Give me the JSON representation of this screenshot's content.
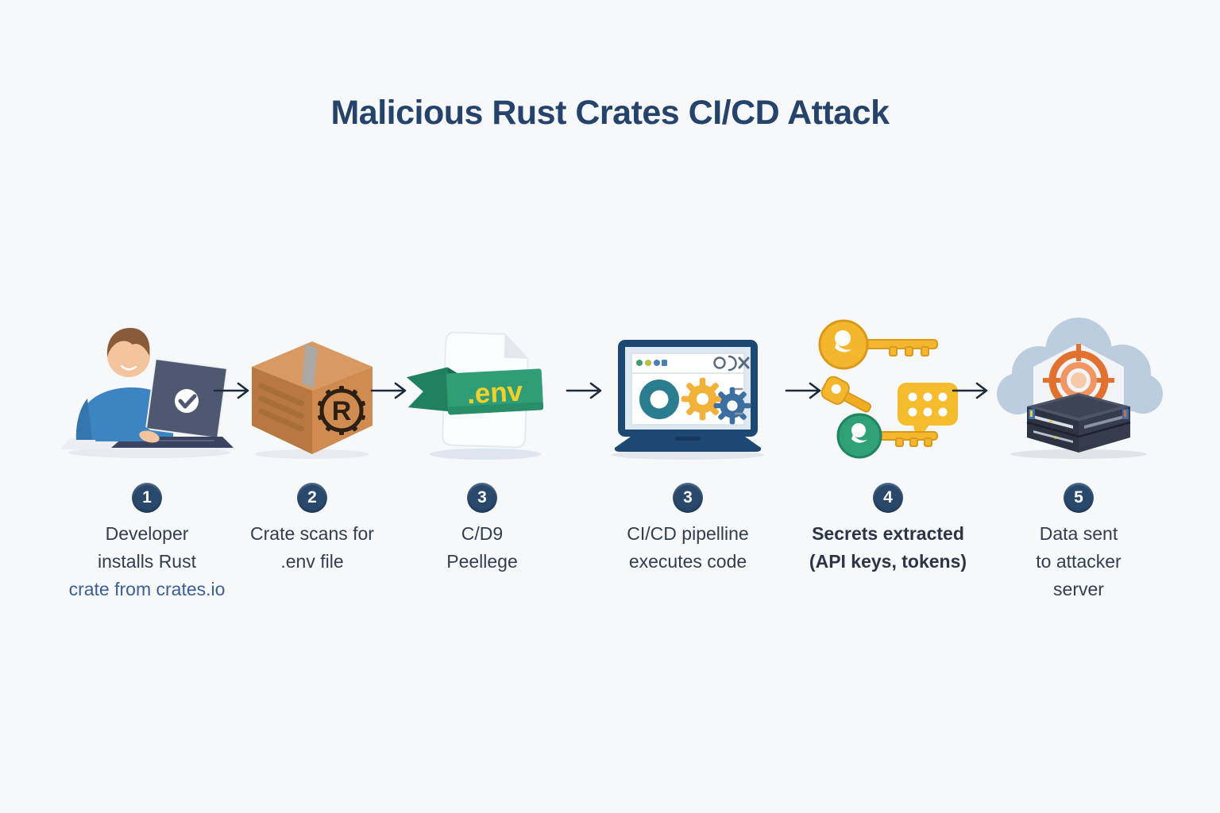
{
  "title": "Malicious Rust Crates CI/CD Attack",
  "env_label": ".env",
  "crate_logo_letter": "R",
  "steps": [
    {
      "number": "1",
      "caption": [
        "Developer",
        "installs Rust",
        "crate from crates.io"
      ]
    },
    {
      "number": "2",
      "caption": [
        "Crate scans for",
        ".env file"
      ]
    },
    {
      "number": "3",
      "caption": [
        "C/D9",
        "Peellege"
      ]
    },
    {
      "number": "3",
      "caption": [
        "CI/CD pipelline",
        "executes code"
      ]
    },
    {
      "number": "4",
      "caption": [
        "Secrets extracted",
        "(API keys, tokens)"
      ]
    },
    {
      "number": "5",
      "caption": [
        "Data sent",
        "to attacker",
        "server"
      ]
    }
  ],
  "colors": {
    "background": "#f7f8fa",
    "title": "#25436b",
    "badge": "#29486b",
    "caption": "#323d4f",
    "caption_link": "#3d5e92",
    "arrow": "#1c2b3a",
    "env_banner_green": "#2f9e77",
    "env_text_yellow": "#f2d02a",
    "crate_orange": "#cf8b50",
    "key_gold": "#f3b62c",
    "key_green": "#2fa077",
    "target_orange": "#e2702f",
    "cloud_blue": "#bccddf",
    "laptop_navy": "#1d4873",
    "shirt_blue": "#3d84c2"
  }
}
